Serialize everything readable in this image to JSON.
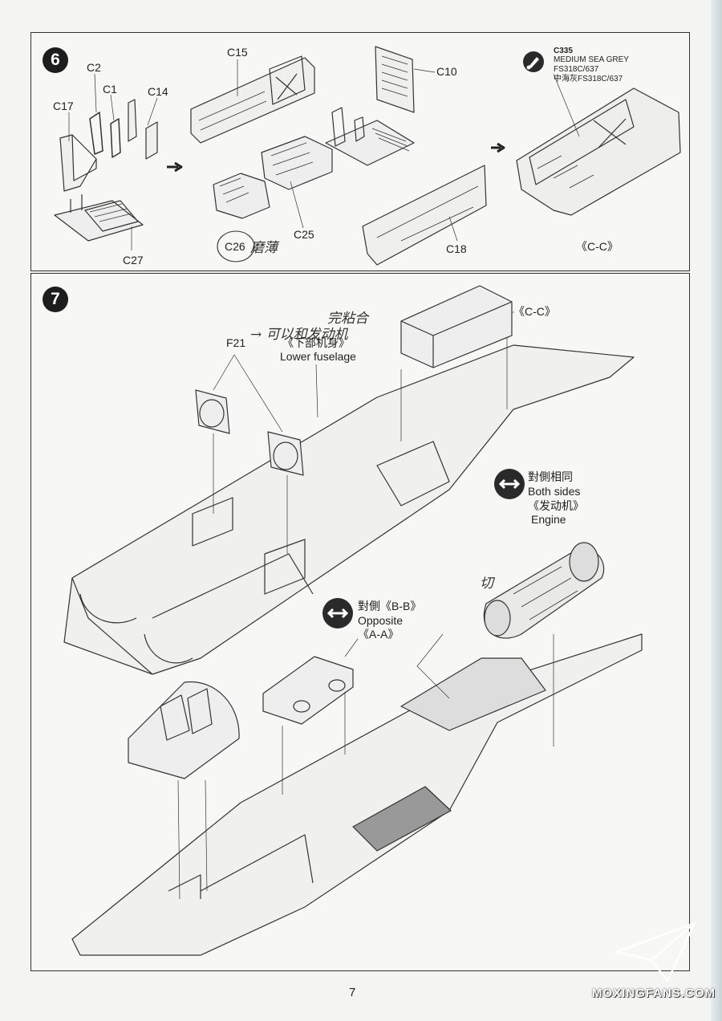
{
  "page": {
    "number": "7",
    "watermark": "MOXINGFANS.COM"
  },
  "step6": {
    "number": "6",
    "parts": [
      "C17",
      "C2",
      "C1",
      "C14",
      "C15",
      "C10",
      "C25",
      "C26",
      "C27",
      "C18"
    ],
    "handwritten": "磨薄",
    "paint": {
      "code": "C335",
      "name": "MEDIUM SEA GREY",
      "fs": "FS318C/637",
      "cn": "中海灰FS318C/637"
    },
    "result_label": "《C-C》"
  },
  "step7": {
    "number": "7",
    "part_f21": "F21",
    "handwritten_note_1": "→ 可以和发动机",
    "handwritten_note_2": "完粘合",
    "lower_fuselage_cn": "《下部机身》",
    "lower_fuselage_en": "Lower fuselage",
    "cc_label": "《C-C》",
    "both_sides_cn": "對側相同",
    "both_sides_en": "Both sides",
    "engine_cn": "《发动机》",
    "engine_en": "Engine",
    "hand_cut": "切",
    "opposite_cn": "對側《B-B》",
    "opposite_en": "Opposite",
    "aa_label": "《A-A》"
  },
  "icons": [
    "swap-arrows-icon",
    "paint-brush-icon",
    "arrow-right-icon",
    "watermark-plane-icon"
  ]
}
